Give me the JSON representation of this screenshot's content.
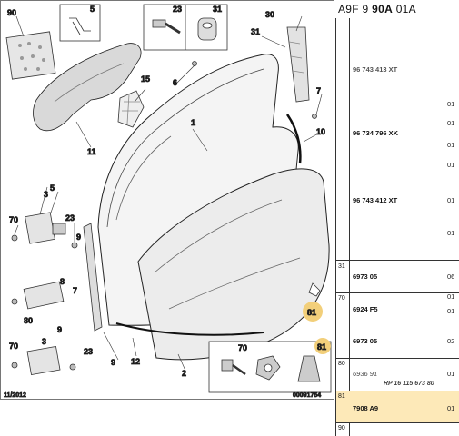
{
  "reference": {
    "prefix": "A9F 9 ",
    "bold": "90A",
    "suffix": " 01A"
  },
  "diagram": {
    "callouts": [
      "90",
      "5",
      "23",
      "31",
      "30",
      "31",
      "6",
      "15",
      "1",
      "7",
      "11",
      "10",
      "3",
      "5",
      "70",
      "23",
      "9",
      "8",
      "7",
      "80",
      "9",
      "70",
      "3",
      "23",
      "9",
      "12",
      "2",
      "81"
    ],
    "inset": {
      "part_a": "70",
      "part_b": "81"
    },
    "date": "11/2012",
    "drawing_number": "00091754"
  },
  "parts_table": {
    "top_partial": "96 743 413 XT",
    "rows": [
      {
        "ref": "",
        "part": "96 734 796 XK",
        "qty": [
          "01",
          "01",
          "01"
        ]
      },
      {
        "ref": "",
        "part": "96 743 412 XT",
        "qty": [
          "01",
          "01",
          "01"
        ]
      }
    ],
    "r31": {
      "ref": "31",
      "part": "6973 05",
      "qty": "06"
    },
    "r70": {
      "ref": "70",
      "part1": "6924 F5",
      "part2": "6973 05",
      "qty": [
        "01",
        "01",
        "02"
      ]
    },
    "r80": {
      "ref": "80",
      "part": "6936 91",
      "qty": "01",
      "note": "RP 16 115 673 80"
    },
    "r81": {
      "ref": "81",
      "part": "7908 A9",
      "qty": "01"
    },
    "r90": {
      "ref": "90"
    }
  },
  "colors": {
    "highlight": "#fde9b8",
    "badge": "#f2cf7a"
  }
}
